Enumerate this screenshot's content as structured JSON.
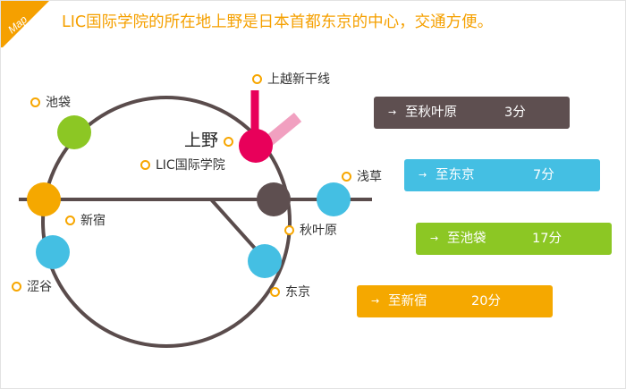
{
  "header": {
    "badge_text": "Map",
    "title": "LIC国际学院的所在地上野是日本首都东京的中心，交通方便。"
  },
  "colors": {
    "accent": "#f5a000",
    "line_gray": "#5a4c4c",
    "ueno_pink": "#e8005a",
    "lic_pink": "#f1a0c0",
    "green": "#8cc724",
    "orange": "#f5a800",
    "blue": "#44bfe3",
    "brown": "#5e4f50"
  },
  "stations": {
    "ikebukuro": "池袋",
    "shinjuku": "新宿",
    "shibuya": "涩谷",
    "ueno": "上野",
    "akihabara": "秋叶原",
    "asakusa": "浅草",
    "tokyo": "东京",
    "shinkansen": "上越新干线",
    "lic": "LIC国际学院"
  },
  "routes": [
    {
      "arrow": "→",
      "dest": "至秋叶原",
      "time": "3分",
      "color": "#5e4f50"
    },
    {
      "arrow": "→",
      "dest": "至东京",
      "time": "7分",
      "color": "#44bfe3"
    },
    {
      "arrow": "→",
      "dest": "至池袋",
      "time": "17分",
      "color": "#8cc724"
    },
    {
      "arrow": "→",
      "dest": "至新宿",
      "time": "20分",
      "color": "#f5a800"
    }
  ]
}
